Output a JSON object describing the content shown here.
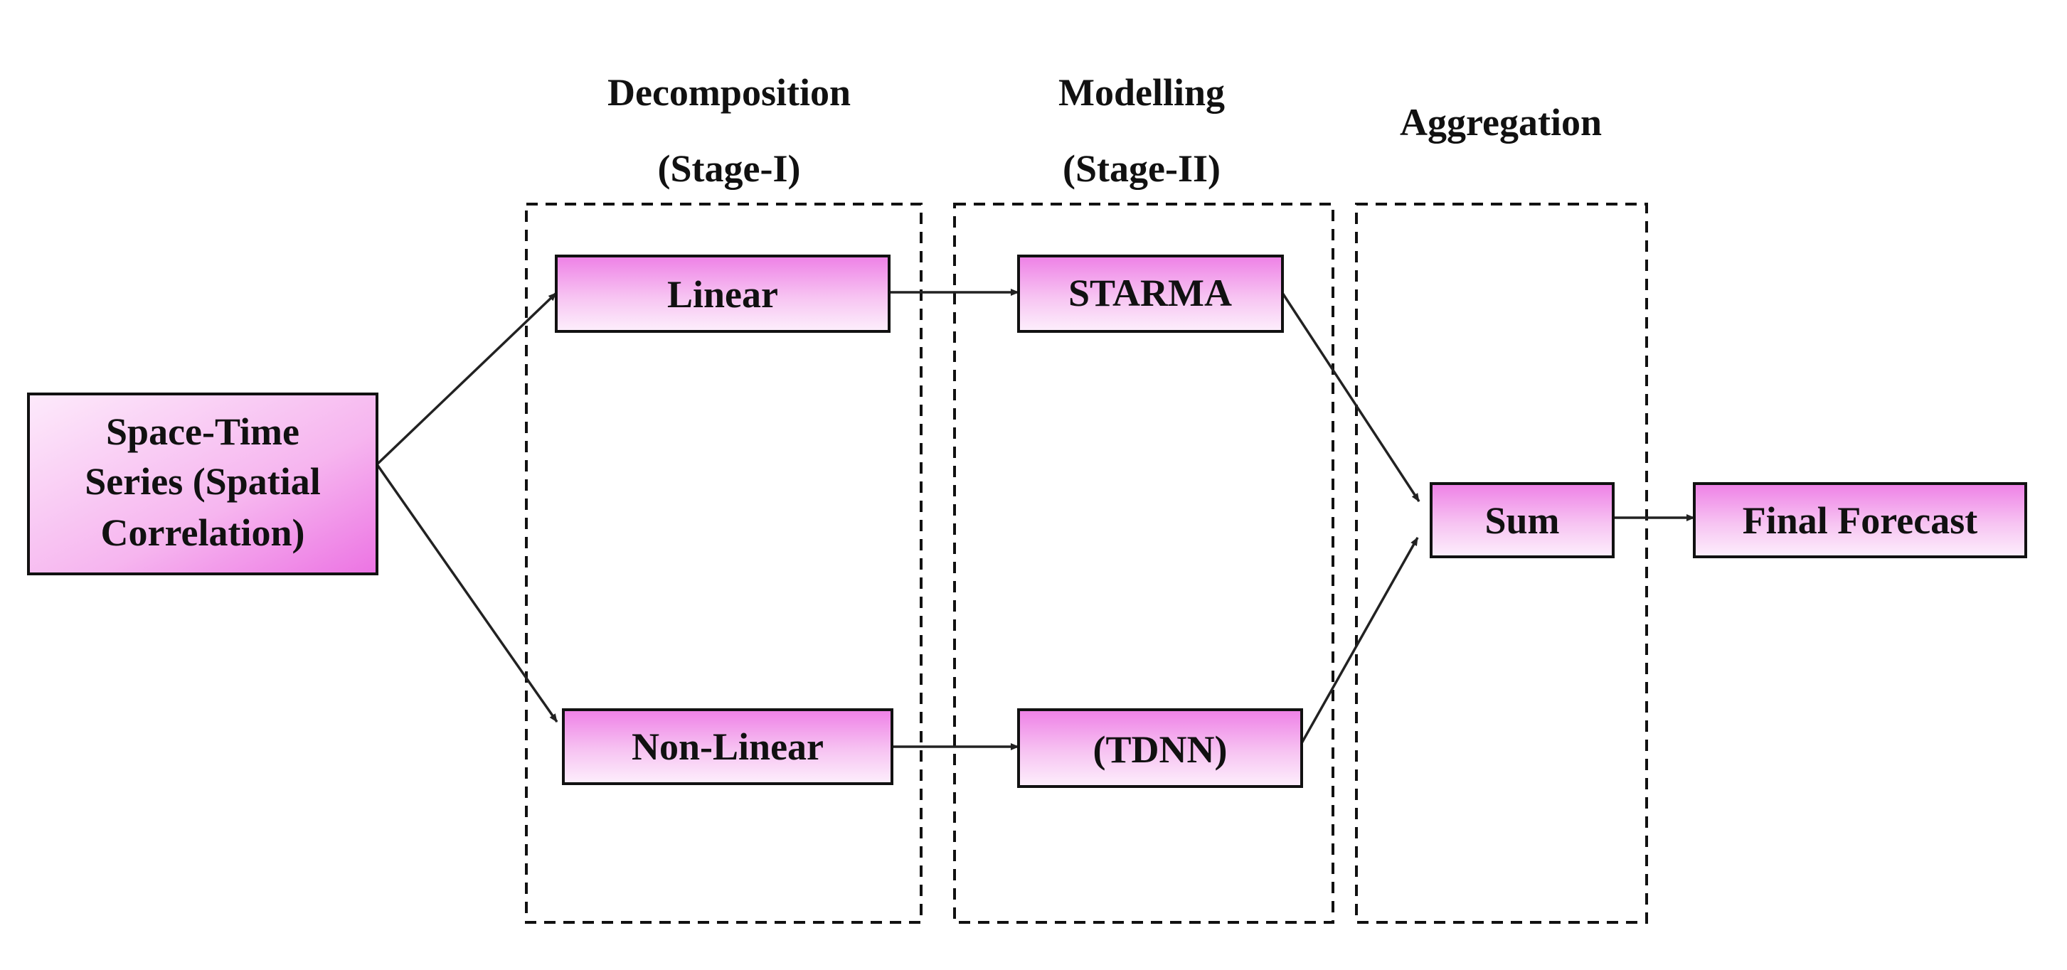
{
  "stages": [
    {
      "id": "decomposition",
      "title": "Decomposition",
      "subtitle": "(Stage-I)"
    },
    {
      "id": "modelling",
      "title": "Modelling",
      "subtitle": "(Stage-II)"
    },
    {
      "id": "aggregation",
      "title": "Aggregation",
      "subtitle": ""
    }
  ],
  "nodes": {
    "input": {
      "lines": [
        "Space-Time",
        "Series (Spatial",
        "Correlation)"
      ]
    },
    "linear": {
      "label": "Linear"
    },
    "nonlinear": {
      "label": "Non-Linear"
    },
    "starma": {
      "label": "STARMA"
    },
    "tdnn": {
      "label": "(TDNN)"
    },
    "sum": {
      "label": "Sum"
    },
    "final": {
      "label": "Final Forecast"
    }
  },
  "edges": [
    {
      "from": "input",
      "to": "linear"
    },
    {
      "from": "input",
      "to": "nonlinear"
    },
    {
      "from": "linear",
      "to": "starma"
    },
    {
      "from": "nonlinear",
      "to": "tdnn"
    },
    {
      "from": "starma",
      "to": "sum"
    },
    {
      "from": "tdnn",
      "to": "sum"
    },
    {
      "from": "sum",
      "to": "final"
    }
  ],
  "colors": {
    "node_fill_light": "#fbe3f8",
    "node_fill_dark": "#ee7fe6",
    "border": "#111111",
    "edge": "#222222",
    "background": "#ffffff"
  }
}
